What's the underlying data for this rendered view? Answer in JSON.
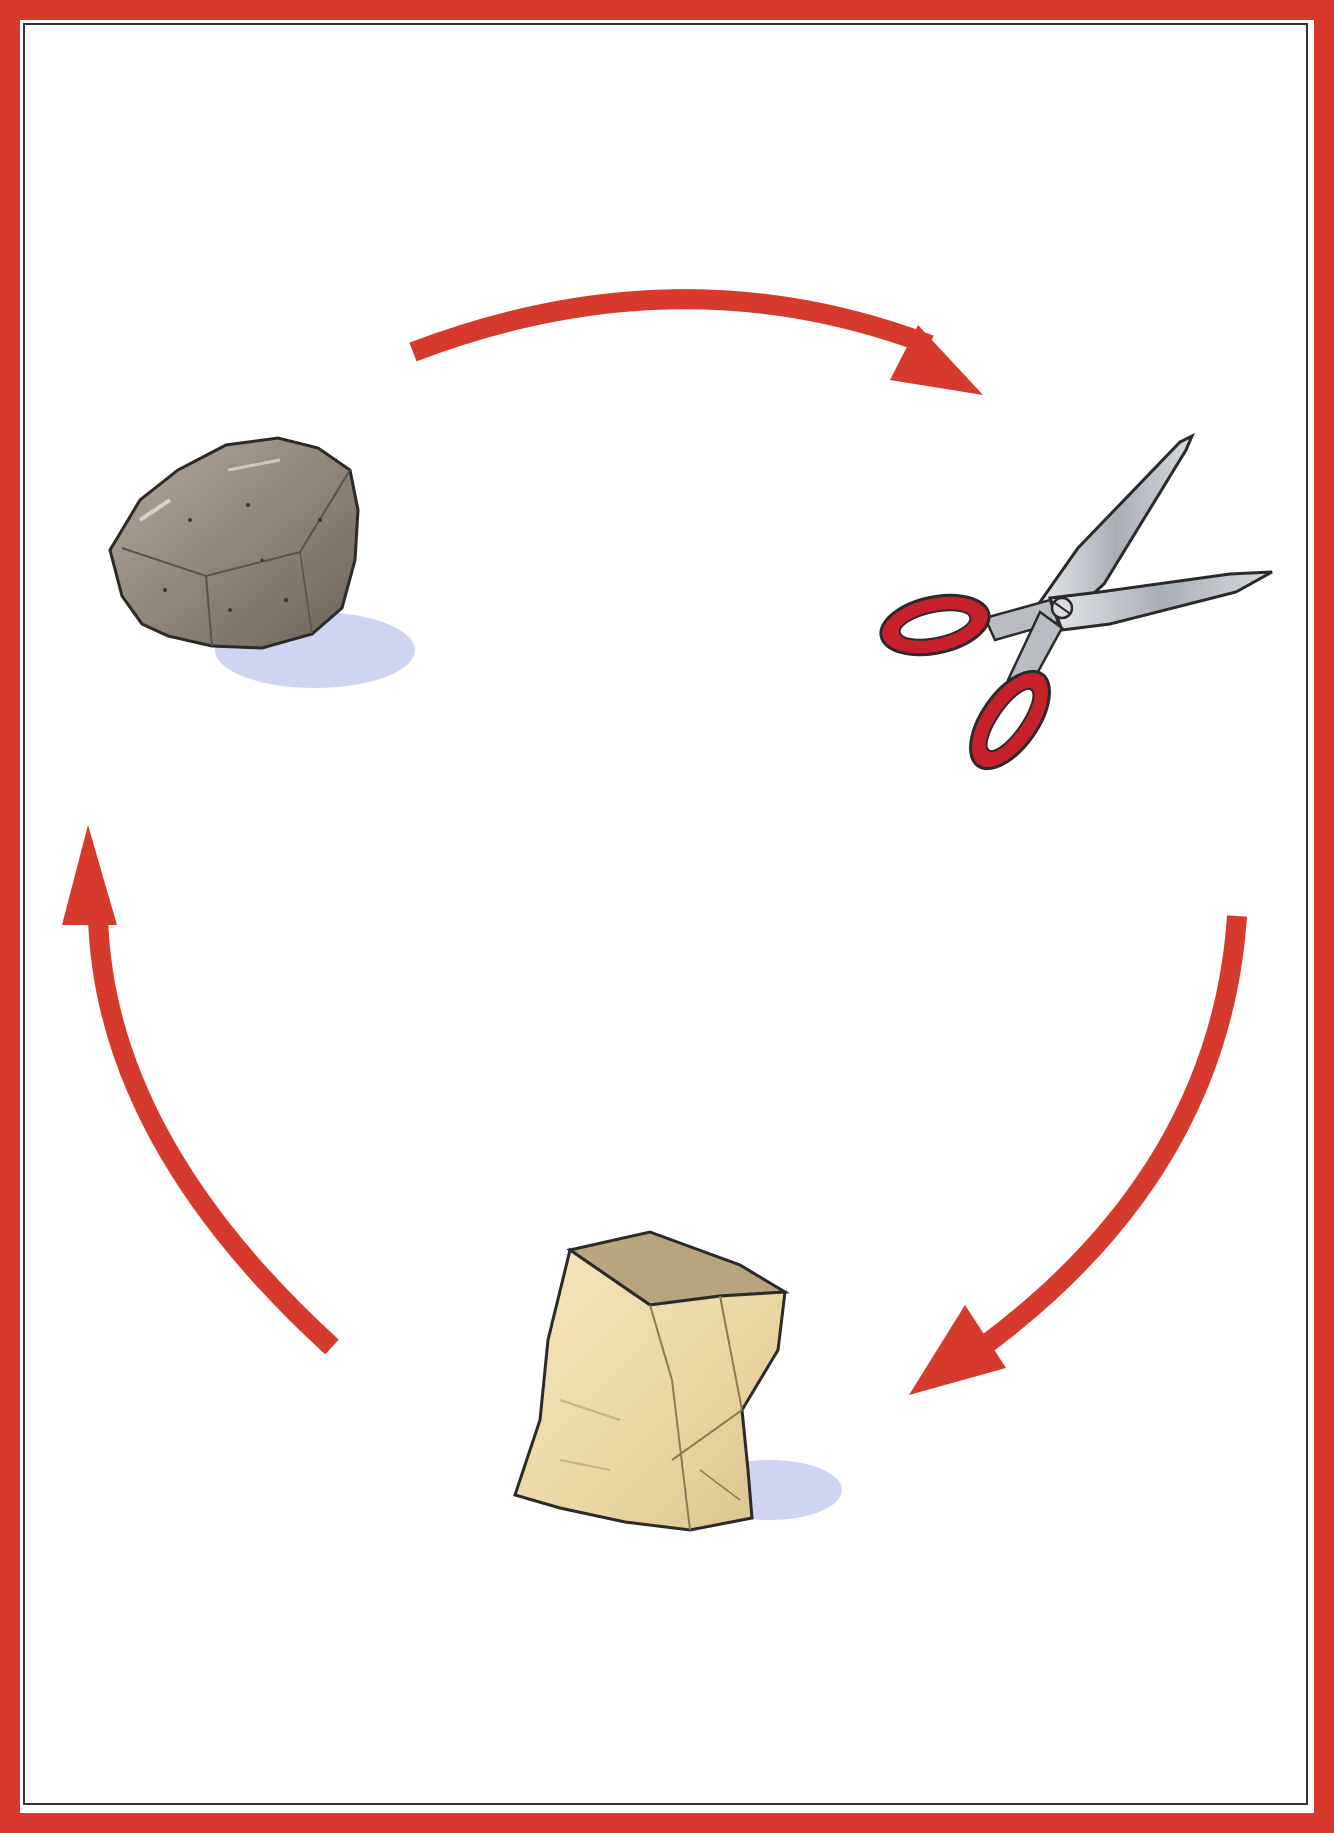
{
  "diagram": {
    "type": "cycle",
    "items": [
      {
        "id": "rock",
        "icon": "rock-icon"
      },
      {
        "id": "scissors",
        "icon": "scissors-icon"
      },
      {
        "id": "paper",
        "icon": "paper-bag-icon"
      }
    ],
    "arrows": [
      {
        "from": "rock",
        "to": "scissors"
      },
      {
        "from": "scissors",
        "to": "paper"
      },
      {
        "from": "paper",
        "to": "rock"
      }
    ]
  },
  "colors": {
    "frame": "#d63a2c",
    "arrow": "#d63a2c",
    "inner_border": "#333333",
    "rock": "#8f857a",
    "scissors_handle": "#c8202a",
    "scissors_blade": "#c9ccd2",
    "paper_bag": "#ecd9a8",
    "shadow": "#c6cdee"
  }
}
